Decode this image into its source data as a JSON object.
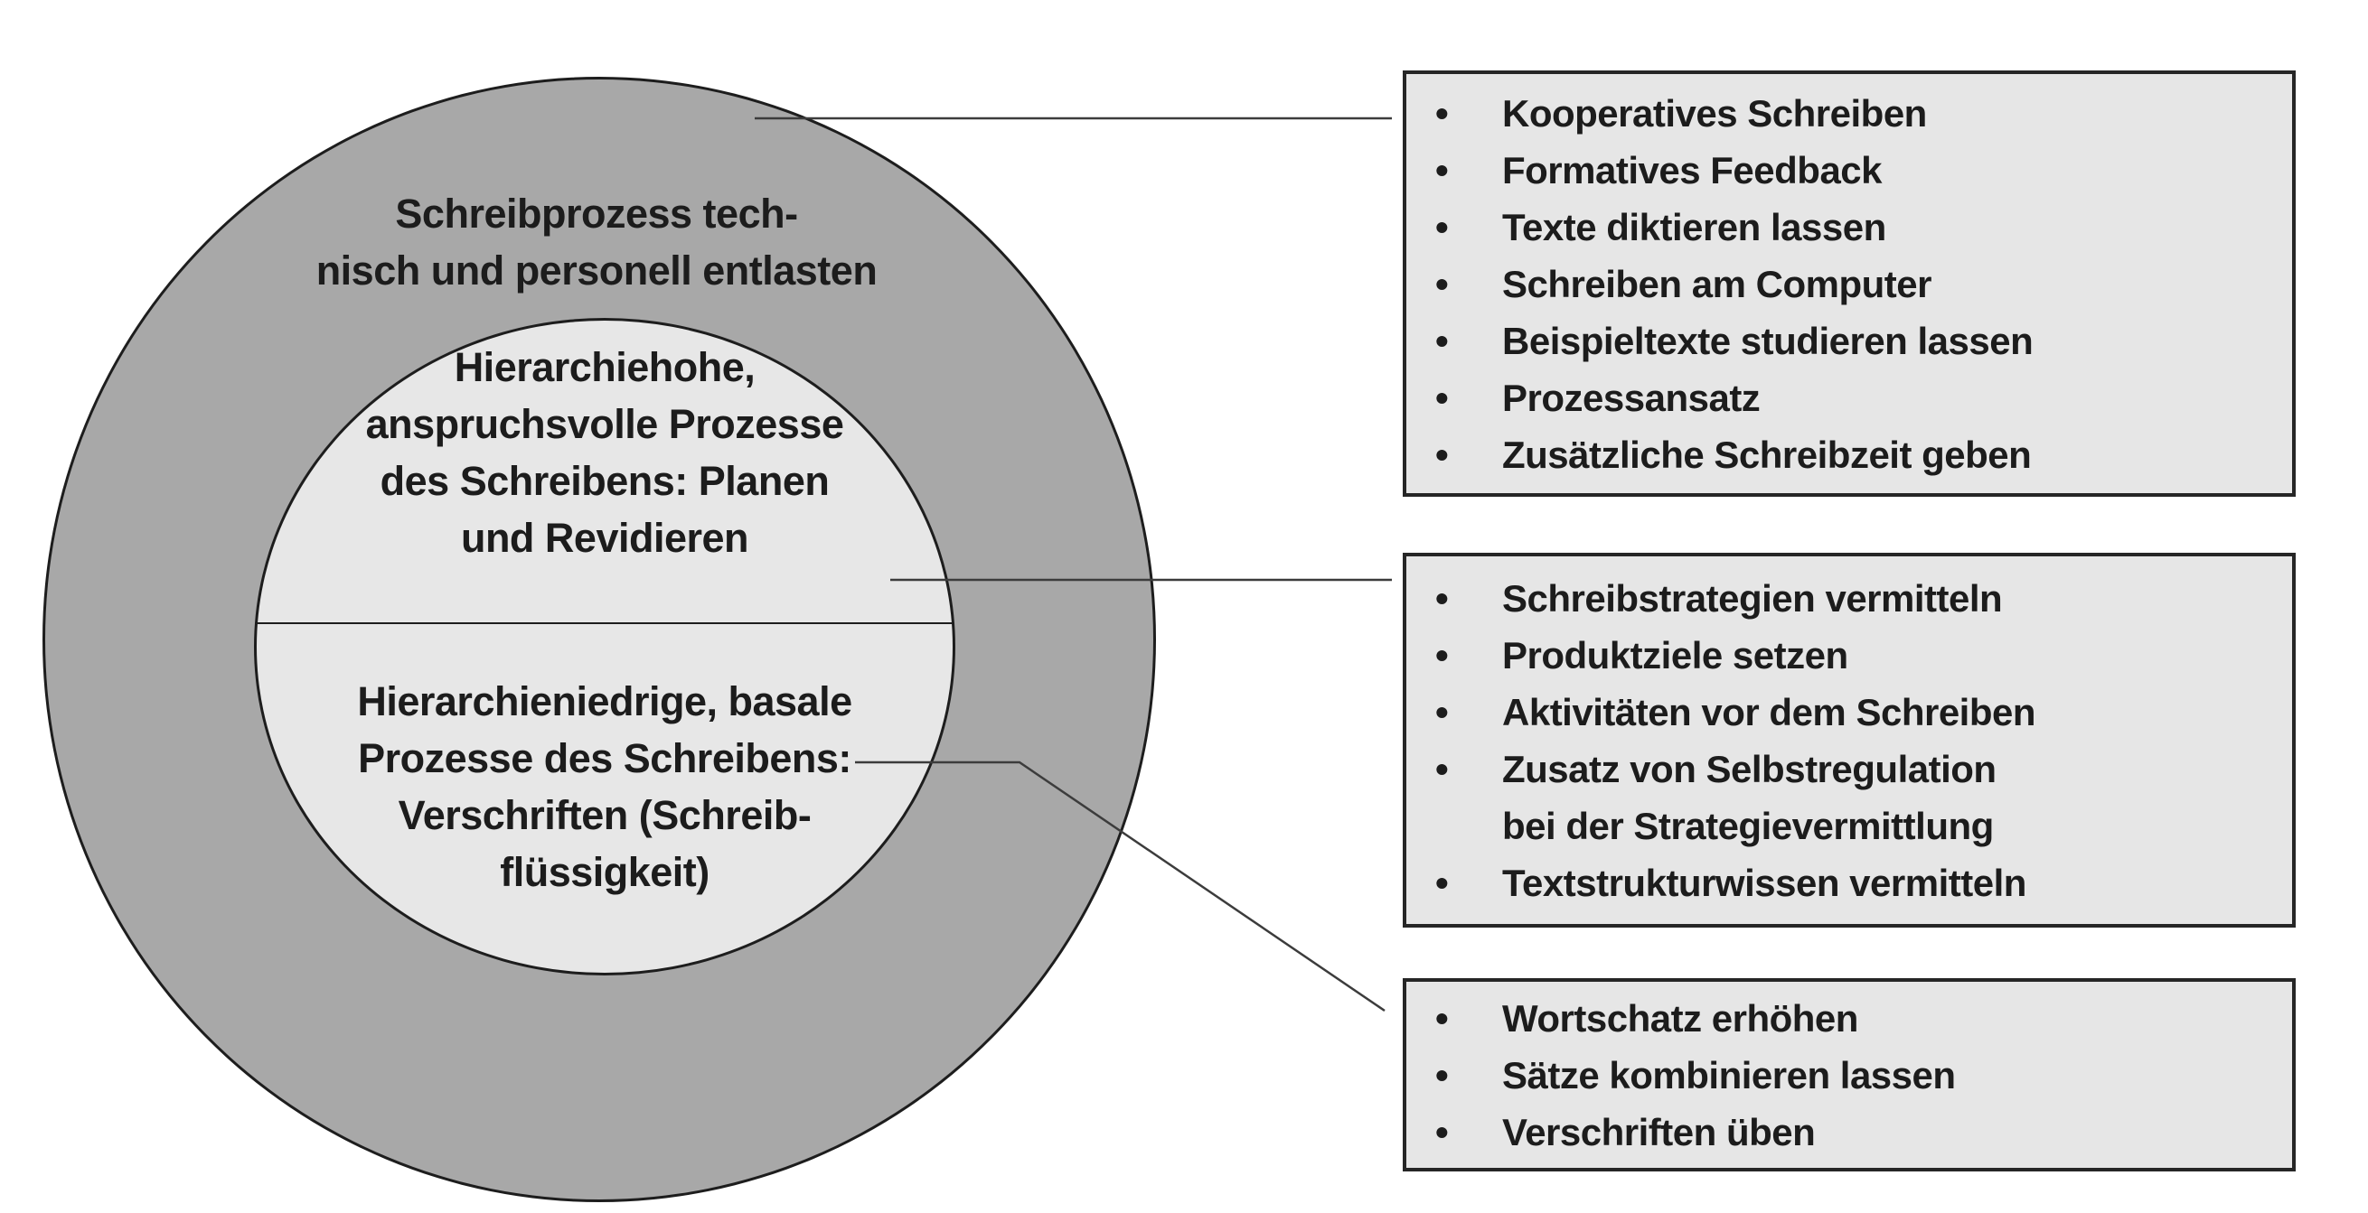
{
  "colors": {
    "background": "#ffffff",
    "outer_circle_fill": "#a8a8a8",
    "inner_circle_fill": "#e7e7e7",
    "box_fill": "#e6e6e6",
    "stroke_dark": "#1d1d1d",
    "connector": "#3c3c3c",
    "text": "#1c1c1c"
  },
  "bullet_glyph": "•",
  "venn": {
    "outer_label": {
      "lines": [
        "Schreibprozess tech-",
        "nisch und personell entlasten"
      ]
    },
    "inner_top_label": {
      "lines": [
        "Hierarchiehohe,",
        "anspruchsvolle Prozesse",
        "des Schreibens: Planen",
        "und Revidieren"
      ]
    },
    "inner_bottom_label": {
      "lines": [
        "Hierarchieniedrige, basale",
        "Prozesse des Schreibens:",
        "Verschriften (Schreib-",
        "flüssigkeit)"
      ]
    }
  },
  "boxes": [
    {
      "id": "entlastung-box",
      "items": [
        {
          "lines": [
            "Kooperatives Schreiben"
          ]
        },
        {
          "lines": [
            "Formatives Feedback"
          ]
        },
        {
          "lines": [
            "Texte diktieren lassen"
          ]
        },
        {
          "lines": [
            "Schreiben am Computer"
          ]
        },
        {
          "lines": [
            "Beispieltexte studieren lassen"
          ]
        },
        {
          "lines": [
            "Prozessansatz"
          ]
        },
        {
          "lines": [
            "Zusätzliche Schreibzeit geben"
          ]
        }
      ]
    },
    {
      "id": "planen-revidieren-box",
      "items": [
        {
          "lines": [
            "Schreibstrategien vermitteln"
          ]
        },
        {
          "lines": [
            "Produktziele setzen"
          ]
        },
        {
          "lines": [
            "Aktivitäten vor dem Schreiben"
          ]
        },
        {
          "lines": [
            "Zusatz von Selbstregulation",
            "bei der Strategievermittlung"
          ]
        },
        {
          "lines": [
            "Textstrukturwissen vermitteln"
          ]
        }
      ]
    },
    {
      "id": "verschriften-box",
      "items": [
        {
          "lines": [
            "Wortschatz erhöhen"
          ]
        },
        {
          "lines": [
            "Sätze kombinieren lassen"
          ]
        },
        {
          "lines": [
            "Verschriften üben"
          ]
        }
      ]
    }
  ]
}
